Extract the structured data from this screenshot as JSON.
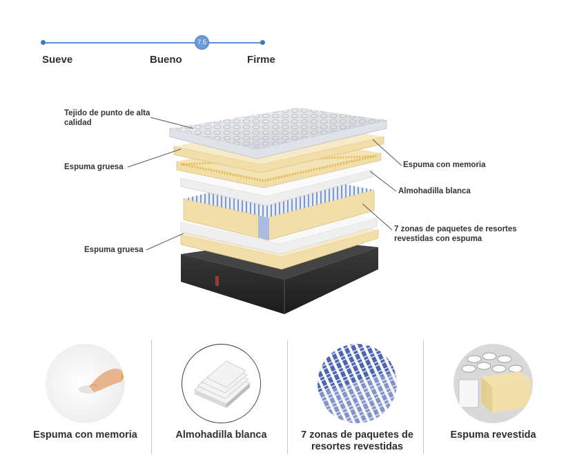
{
  "firmness": {
    "value": "7.5",
    "labels": [
      "Sueve",
      "Bueno",
      "Firme"
    ]
  },
  "callouts": {
    "top_fabric": "Tejido de punto de alta calidad",
    "thick_foam_upper": "Espuma gruesa",
    "thick_foam_lower": "Espuma gruesa",
    "memory_foam": "Espuma con memoria",
    "white_pad": "Almohadilla blanca",
    "springs": "7 zonas de paquetes de resortes revestidas con espuma"
  },
  "features": [
    {
      "label": "Espuma con memoria",
      "icon": "memory-foam-finger-icon"
    },
    {
      "label": "Almohadilla blanca",
      "icon": "white-pad-stack-icon"
    },
    {
      "label": "7 zonas de paquetes de resortes revestidas",
      "icon": "pocket-springs-icon"
    },
    {
      "label": "Espuma revestida",
      "icon": "encased-foam-icon"
    }
  ],
  "colors": {
    "accent_blue": "#5b8fd0",
    "foam_yellow": "#f1dea9",
    "base_dark": "#2b2b2b"
  }
}
